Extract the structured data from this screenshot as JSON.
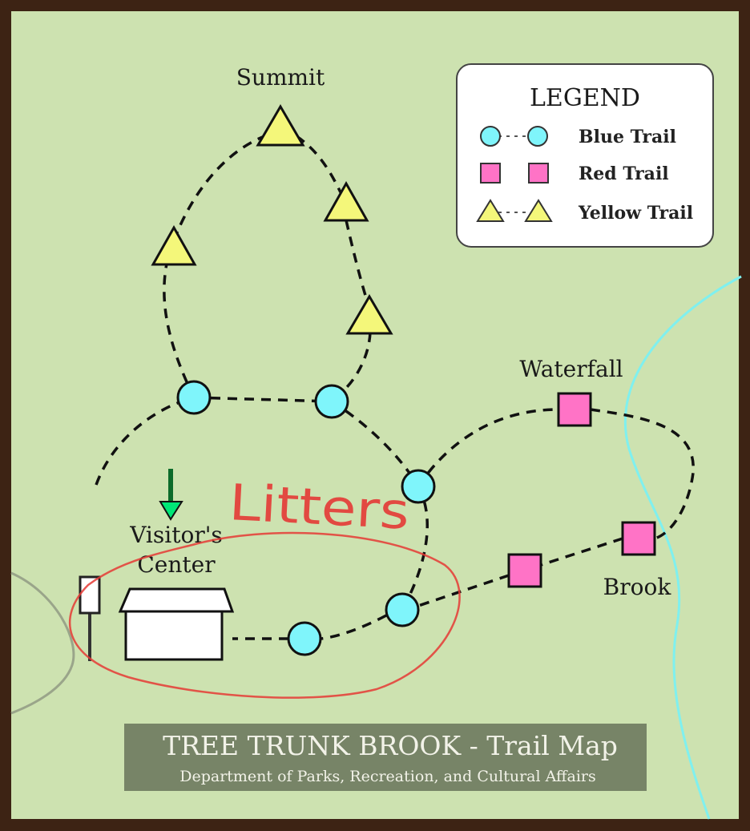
{
  "map": {
    "title": "TREE TRUNK BROOK - Trail Map",
    "subtitle": "Department of Parks, Recreation, and Cultural Affairs"
  },
  "legend": {
    "heading": "LEGEND",
    "items": [
      {
        "label": "Blue Trail",
        "marker": "circle",
        "color": "#7ff5fb"
      },
      {
        "label": "Red Trail",
        "marker": "square",
        "color": "#ff73c6"
      },
      {
        "label": "Yellow Trail",
        "marker": "triangle",
        "color": "#f4f77a"
      }
    ]
  },
  "places": {
    "summit": "Summit",
    "waterfall": "Waterfall",
    "brook": "Brook",
    "visitors_line1": "Visitor's",
    "visitors_line2": "Center"
  },
  "annotation": {
    "text": "Litters",
    "color": "#e53935"
  },
  "colors": {
    "background": "#cde2b0",
    "border": "#3d2314",
    "river": "#7ff0ef",
    "banner": "#778467"
  }
}
